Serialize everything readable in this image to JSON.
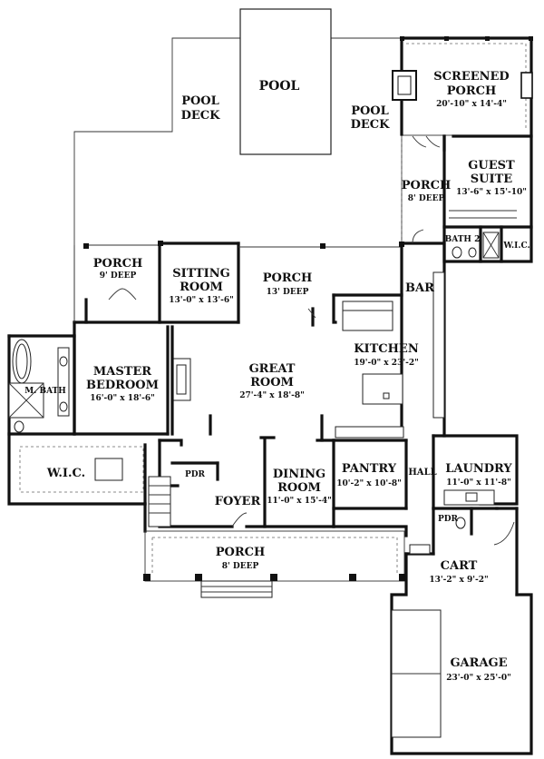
{
  "rooms": {
    "pool": {
      "name": "POOL"
    },
    "pool_deck_left": {
      "line1": "POOL",
      "line2": "DECK"
    },
    "pool_deck_right": {
      "line1": "POOL",
      "line2": "DECK"
    },
    "screened_porch": {
      "line1": "SCREENED",
      "line2": "PORCH",
      "dims": "20'-10\" x 14'-4\""
    },
    "porch_side": {
      "name": "PORCH",
      "depth": "8' DEEP"
    },
    "guest_suite": {
      "line1": "GUEST",
      "line2": "SUITE",
      "dims": "13'-6\" x 15'-10\""
    },
    "bath2": {
      "name": "BATH 2"
    },
    "wic_small": {
      "name": "W.I.C."
    },
    "porch_left": {
      "name": "PORCH",
      "depth": "9' DEEP"
    },
    "sitting_room": {
      "line1": "SITTING",
      "line2": "ROOM",
      "dims": "13'-0\" x 13'-6\""
    },
    "porch_center": {
      "name": "PORCH",
      "depth": "13' DEEP"
    },
    "bar": {
      "name": "BAR"
    },
    "kitchen": {
      "name": "KITCHEN",
      "dims": "19'-0\" x 23'-2\""
    },
    "master_bedroom": {
      "line1": "MASTER",
      "line2": "BEDROOM",
      "dims": "16'-0\" x 18'-6\""
    },
    "m_bath": {
      "name": "M. BATH"
    },
    "great_room": {
      "line1": "GREAT",
      "line2": "ROOM",
      "dims": "27'-4\" x 18'-8\""
    },
    "wic_master": {
      "name": "W.I.C."
    },
    "pdr_left": {
      "name": "PDR"
    },
    "dining_room": {
      "line1": "DINING",
      "line2": "ROOM",
      "dims": "11'-0\" x 15'-4\""
    },
    "pantry": {
      "name": "PANTRY",
      "dims": "10'-2\" x 10'-8\""
    },
    "hall": {
      "name": "HALL"
    },
    "laundry": {
      "name": "LAUNDRY",
      "dims": "11'-0\" x 11'-8\""
    },
    "foyer": {
      "name": "FOYER"
    },
    "pdr_right": {
      "name": "PDR"
    },
    "porch_front": {
      "name": "PORCH",
      "depth": "8' DEEP"
    },
    "cart": {
      "name": "CART",
      "dims": "13'-2\" x 9'-2\""
    },
    "garage": {
      "name": "GARAGE",
      "dims": "23'-0\" x 25'-0\""
    }
  }
}
